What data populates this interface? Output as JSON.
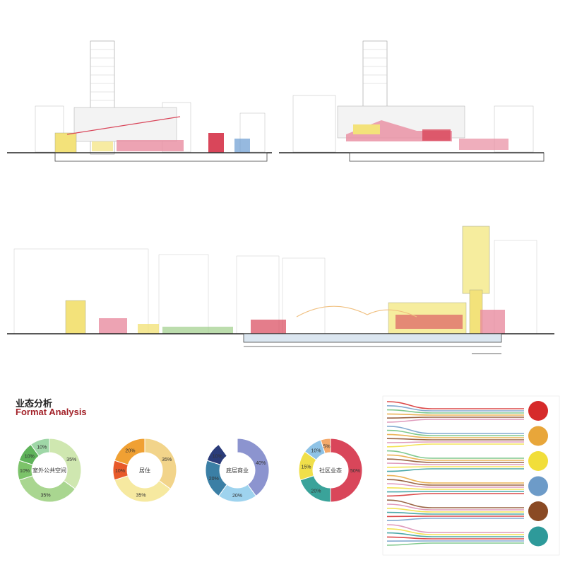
{
  "heading": {
    "cn": "业态分析",
    "en": "Format Analysis"
  },
  "colors": {
    "ground": "#222222",
    "red": "#d9465a",
    "pink": "#e88ca0",
    "yellow": "#f3e27a",
    "green": "#6bbf7a",
    "blue": "#6a9bd1",
    "orange": "#f0a033",
    "teal": "#2e8e96",
    "brown": "#8a4a24",
    "purple": "#5a4a9c",
    "gray": "#c8c8c8"
  },
  "donuts": [
    {
      "label": "室外公共空间",
      "percents": [
        "35%",
        "35%",
        "10%",
        "10%",
        "10%"
      ],
      "fractions": [
        0.35,
        0.35,
        0.1,
        0.1,
        0.1
      ],
      "colors": [
        "#cfe7b0",
        "#a9d690",
        "#7cc36a",
        "#5fb35a",
        "#9fd7a7"
      ]
    },
    {
      "label": "居住",
      "percents": [
        "35%",
        "35%",
        "10%",
        "20%"
      ],
      "fractions": [
        0.35,
        0.35,
        0.1,
        0.2
      ],
      "colors": [
        "#f2d48a",
        "#f6e9a0",
        "#e85a2a",
        "#f0a033"
      ]
    },
    {
      "label": "底层商业",
      "percents": [
        "40%",
        "20%",
        "20%",
        "10%"
      ],
      "fractions": [
        0.4,
        0.2,
        0.2,
        0.1
      ],
      "colors": [
        "#8c94cf",
        "#9ed3ee",
        "#3b7fa5",
        "#2b3c7a"
      ]
    },
    {
      "label": "社区业态",
      "percents": [
        "50%",
        "20%",
        "15%",
        "10%",
        "5%"
      ],
      "fractions": [
        0.5,
        0.2,
        0.15,
        0.1,
        0.05
      ],
      "colors": [
        "#d9465a",
        "#3aa39a",
        "#f0df4a",
        "#8fc3e6",
        "#f4a96a"
      ]
    }
  ],
  "flow_nodes": [
    {
      "color": "#d62a2a"
    },
    {
      "color": "#e8a63a"
    },
    {
      "color": "#f1de3a"
    },
    {
      "color": "#6d9bc8"
    },
    {
      "color": "#8a4a24"
    },
    {
      "color": "#2e9a9a"
    }
  ]
}
